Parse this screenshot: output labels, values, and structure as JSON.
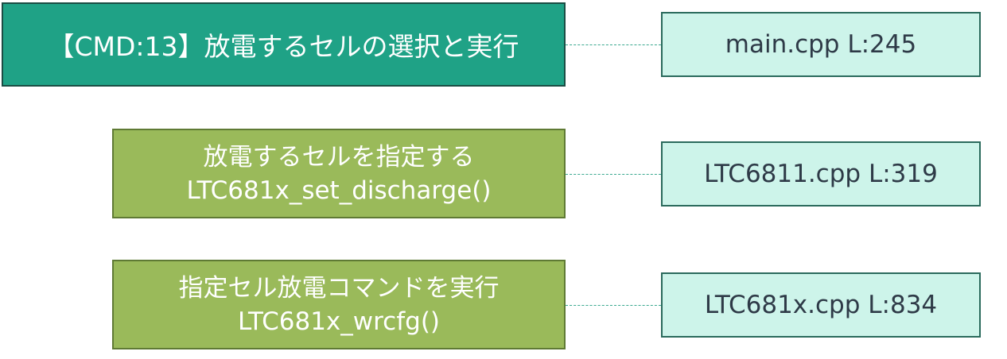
{
  "colors": {
    "main_box": "#1fa286",
    "function_box": "#9aba5a",
    "reference_box": "#cdf4ea",
    "connector": "#3aa88f"
  },
  "command": {
    "title": "【CMD:13】放電するセルの選択と実行",
    "reference": "main.cpp L:245"
  },
  "steps": [
    {
      "description": "放電するセルを指定する",
      "function": "LTC681x_set_discharge()",
      "reference": "LTC6811.cpp L:319"
    },
    {
      "description": "指定セル放電コマンドを実行",
      "function": "LTC681x_wrcfg()",
      "reference": "LTC681x.cpp L:834"
    }
  ]
}
